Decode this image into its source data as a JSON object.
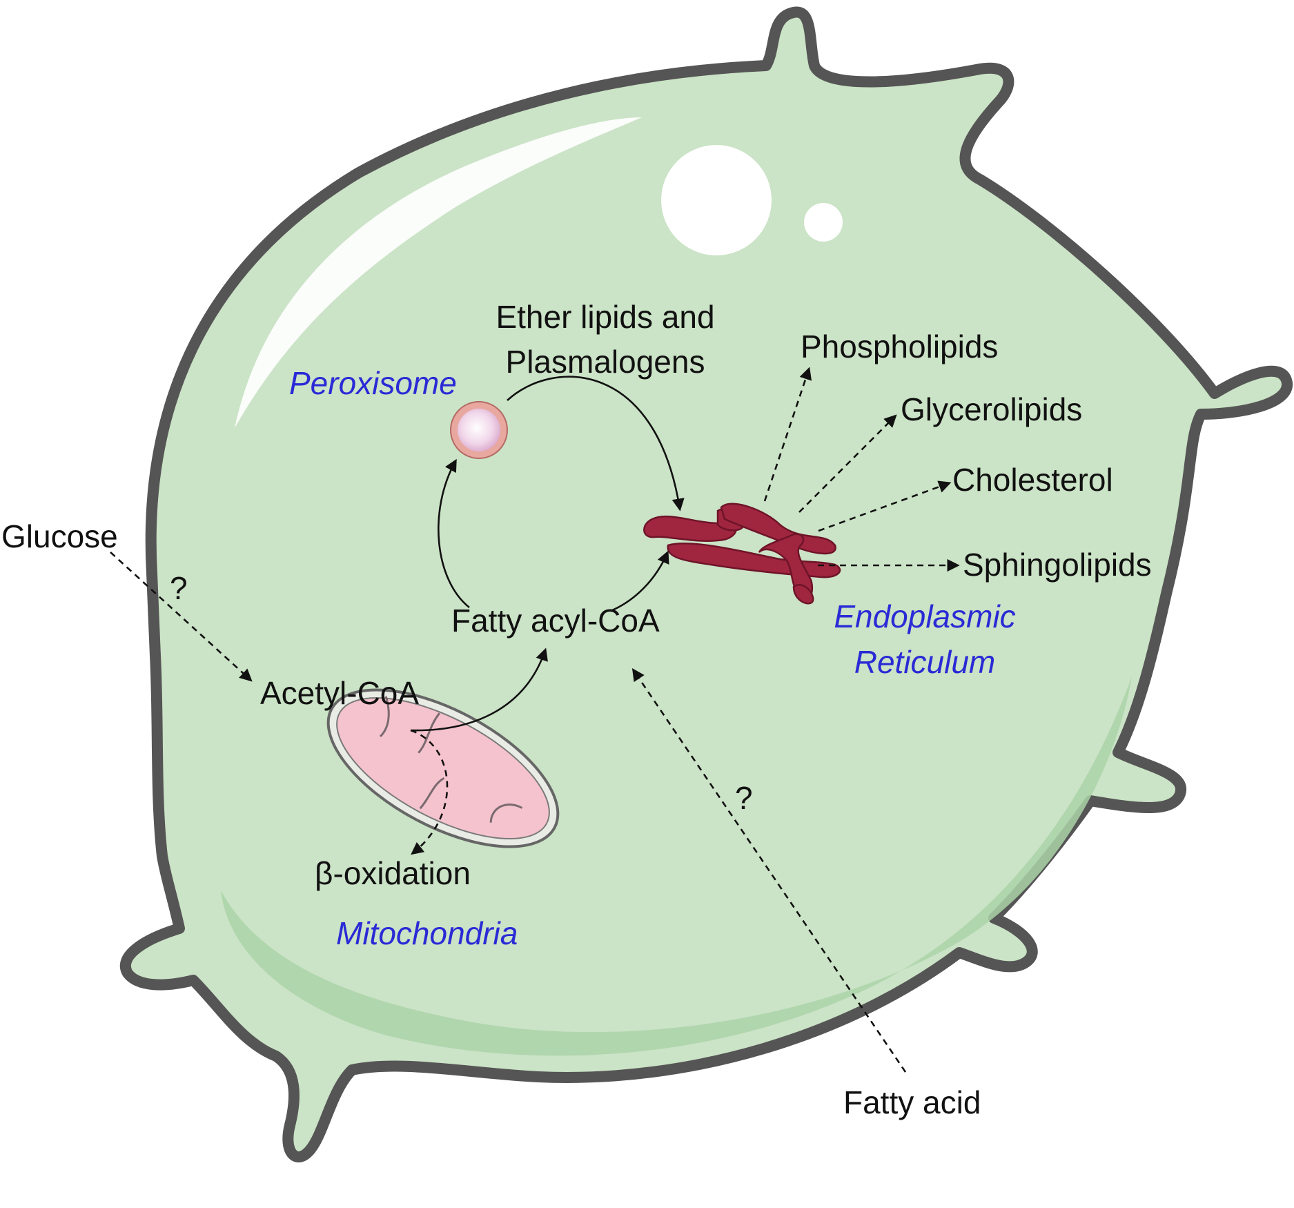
{
  "labels": {
    "ether_lipids_line1": "Ether lipids and",
    "ether_lipids_line2": "Plasmalogens",
    "fatty_acyl_coa": "Fatty acyl-CoA",
    "acetyl_coa": "Acetyl-CoA",
    "glucose": "Glucose",
    "beta_oxidation": "β-oxidation",
    "fatty_acid": "Fatty acid",
    "phospholipids": "Phospholipids",
    "glycerolipids": "Glycerolipids",
    "cholesterol": "Cholesterol",
    "sphingolipids": "Sphingolipids",
    "question_glucose": "?",
    "question_fatty_acid": "?"
  },
  "organelles": {
    "peroxisome": "Peroxisome",
    "mitochondria": "Mitochondria",
    "er_line1": "Endoplasmic",
    "er_line2": "Reticulum"
  },
  "colors": {
    "cell_fill": "#cbe3c6",
    "cell_shadow": "#acd3a8",
    "cell_outline": "#555555",
    "organelle_label": "#2a2ad6",
    "er": "#a0253f",
    "mitochondria": "#f4c2cd",
    "peroxisome": "#e8a8a0"
  }
}
